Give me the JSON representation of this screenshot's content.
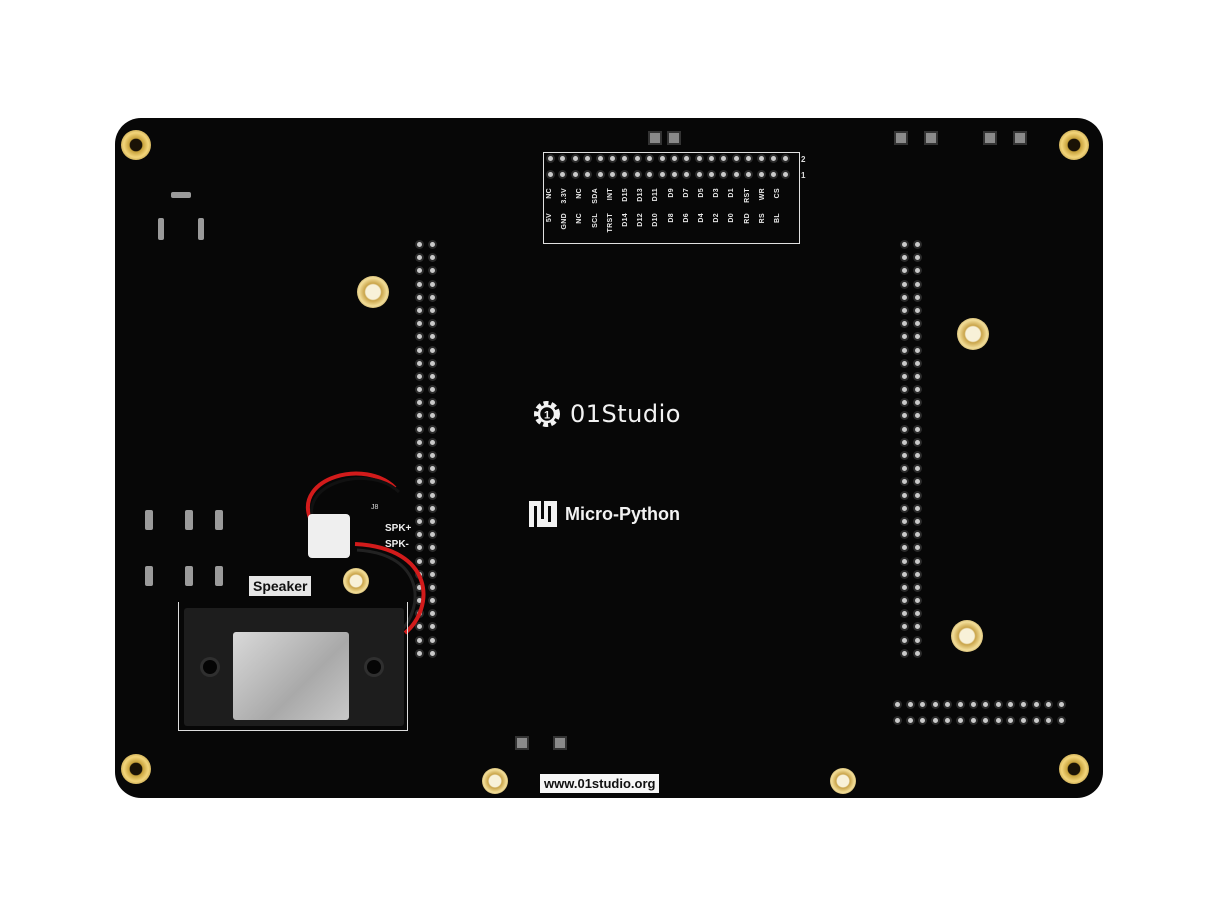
{
  "board": {
    "brand": "01Studio",
    "logo": "Micro-Python",
    "speaker_label": "Speaker",
    "url": "www.01studio.org",
    "connector": {
      "id": "J8",
      "pos": "SPK+",
      "neg": "SPK-"
    },
    "header_row_numbers": [
      "2",
      "1"
    ],
    "header_top_labels": [
      "NC",
      "3.3V",
      "NC",
      "SDA",
      "INT",
      "D15",
      "D13",
      "D11",
      "D9",
      "D7",
      "D5",
      "D3",
      "D1",
      "RST",
      "WR",
      "CS"
    ],
    "header_bottom_labels": [
      "5V",
      "GND",
      "NC",
      "SCL",
      "TRST",
      "D14",
      "D12",
      "D10",
      "D8",
      "D6",
      "D4",
      "D2",
      "D0",
      "RD",
      "RS",
      "BL"
    ]
  },
  "colors": {
    "pcb": "#070707",
    "silkscreen": "#f2f2f2",
    "gold": "#d8b456"
  },
  "icons": [
    "gear-logo-icon",
    "micropython-logo-icon"
  ]
}
